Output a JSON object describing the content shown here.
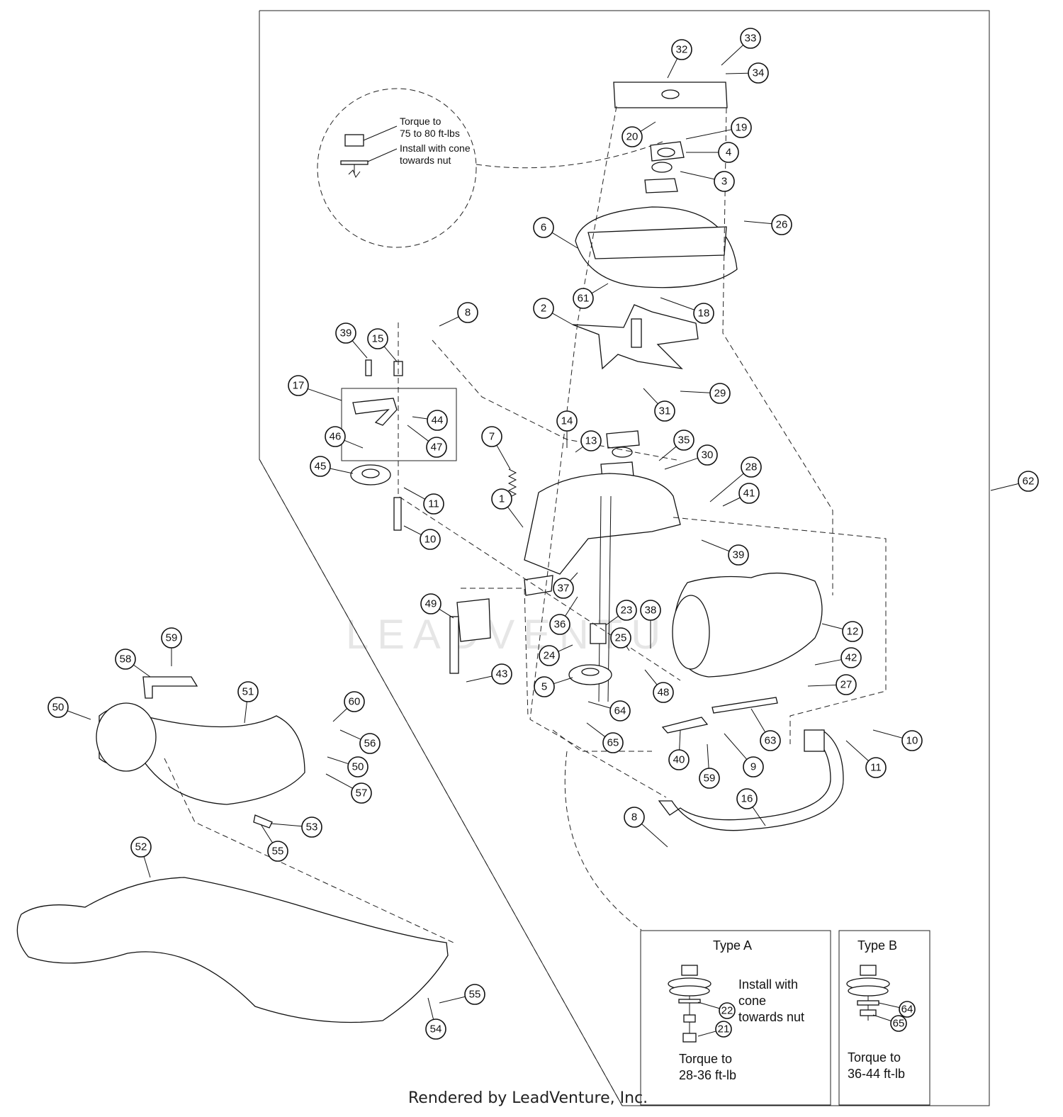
{
  "watermark": "LEADVENTURE",
  "footer": "Rendered by LeadVenture, Inc.",
  "torque_note": {
    "line1": "Torque to",
    "line2": "75 to 80 ft-lbs",
    "line3": "Install with cone",
    "line4": "towards nut"
  },
  "type_a": {
    "title": "Type A",
    "note_line1": "Install with",
    "note_line2": "cone",
    "note_line3": "towards nut",
    "torque_line1": "Torque to",
    "torque_line2": "28-36 ft-lb"
  },
  "type_b": {
    "title": "Type B",
    "torque_line1": "Torque to",
    "torque_line2": "36-44 ft-lb"
  },
  "callouts": [
    "33",
    "32",
    "34",
    "20",
    "19",
    "4",
    "3",
    "26",
    "6",
    "61",
    "18",
    "2",
    "8",
    "39",
    "15",
    "17",
    "44",
    "47",
    "46",
    "45",
    "11",
    "10",
    "29",
    "31",
    "14",
    "13",
    "35",
    "30",
    "7",
    "28",
    "41",
    "1",
    "39",
    "37",
    "36",
    "23",
    "38",
    "25",
    "24",
    "49",
    "43",
    "5",
    "64",
    "65",
    "12",
    "42",
    "27",
    "48",
    "63",
    "40",
    "59",
    "9",
    "10",
    "11",
    "16",
    "8",
    "59",
    "58",
    "51",
    "50",
    "60",
    "56",
    "50",
    "57",
    "53",
    "55",
    "52",
    "55",
    "54",
    "62",
    "22",
    "21",
    "64",
    "65"
  ]
}
